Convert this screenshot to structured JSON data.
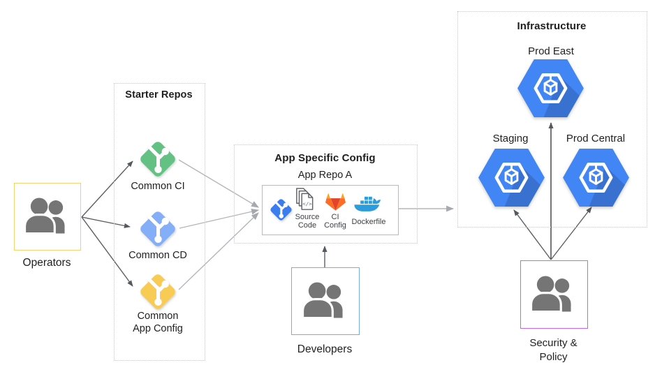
{
  "colors": {
    "git_green": "#63C283",
    "git_blue": "#84AEF7",
    "git_yellow": "#F8CB54",
    "git_repo_blue": "#3B7DED",
    "gke_blue": "#4285F4",
    "docker_blue": "#2D9CDB",
    "people_gray": "#757575",
    "operators_border": "#F7D16F",
    "developers_border": "#79A8F5",
    "security_border": "#C865F0",
    "arrow_dark": "#5c5f63",
    "arrow_light": "#b3b6bb"
  },
  "operators": {
    "label": "Operators"
  },
  "starter_repos": {
    "title": "Starter Repos",
    "repos": [
      {
        "label": "Common CI"
      },
      {
        "label": "Common CD"
      },
      {
        "label": "Common App Config"
      }
    ]
  },
  "app_config": {
    "title": "App Specific Config",
    "repo_name": "App Repo A",
    "items": [
      {
        "label": "Source Code"
      },
      {
        "label": "CI Config"
      },
      {
        "label": "Dockerfile"
      }
    ]
  },
  "developers": {
    "label": "Developers"
  },
  "infrastructure": {
    "title": "Infrastructure",
    "clusters": [
      {
        "label": "Prod East"
      },
      {
        "label": "Staging"
      },
      {
        "label": "Prod Central"
      }
    ]
  },
  "security": {
    "label": "Security & Policy"
  },
  "connections": [
    {
      "from": "Operators",
      "to": "Common CI"
    },
    {
      "from": "Operators",
      "to": "Common CD"
    },
    {
      "from": "Operators",
      "to": "Common App Config"
    },
    {
      "from": "Common CI",
      "to": "App Repo A"
    },
    {
      "from": "Common CD",
      "to": "App Repo A"
    },
    {
      "from": "Common App Config",
      "to": "App Repo A"
    },
    {
      "from": "Developers",
      "to": "App Repo A"
    },
    {
      "from": "App Repo A",
      "to": "Infrastructure"
    },
    {
      "from": "Security & Policy",
      "to": "Staging"
    },
    {
      "from": "Security & Policy",
      "to": "Prod East"
    },
    {
      "from": "Security & Policy",
      "to": "Prod Central"
    }
  ]
}
